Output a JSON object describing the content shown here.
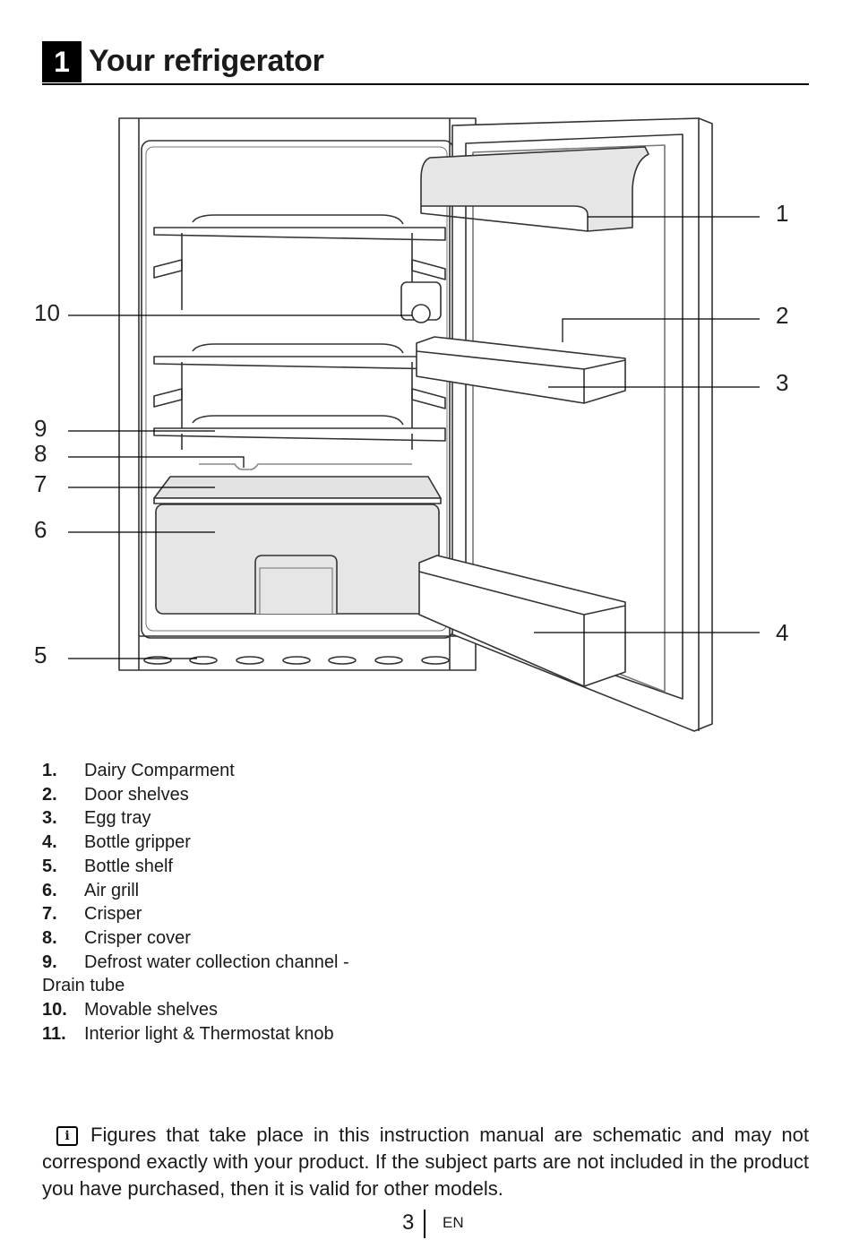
{
  "header": {
    "section_number": "1",
    "title": "Your refrigerator"
  },
  "figure": {
    "callouts": [
      "1",
      "2",
      "3",
      "4",
      "5",
      "6",
      "7",
      "8",
      "9",
      "10"
    ]
  },
  "parts": [
    {
      "num": "1.",
      "label": "Dairy Comparment"
    },
    {
      "num": "2.",
      "label": "Door shelves"
    },
    {
      "num": "3.",
      "label": "Egg tray"
    },
    {
      "num": "4.",
      "label": "Bottle gripper"
    },
    {
      "num": "5.",
      "label": "Bottle shelf"
    },
    {
      "num": "6.",
      "label": "Air grill"
    },
    {
      "num": "7.",
      "label": "Crisper"
    },
    {
      "num": "8.",
      "label": "Crisper cover"
    },
    {
      "num": "9.",
      "label": "Defrost water collection channel -",
      "continuation": "Drain tube"
    },
    {
      "num": "10.",
      "label": "Movable shelves"
    },
    {
      "num": "11.",
      "label": "Interior light & Thermostat knob"
    }
  ],
  "note": {
    "icon": "info-icon",
    "text": "Figures that take place in this instruction manual are schematic and may not correspond exactly with your product. If the subject parts are not included in the product you have purchased, then it is valid for other models."
  },
  "footer": {
    "page_number": "3",
    "language": "EN"
  }
}
